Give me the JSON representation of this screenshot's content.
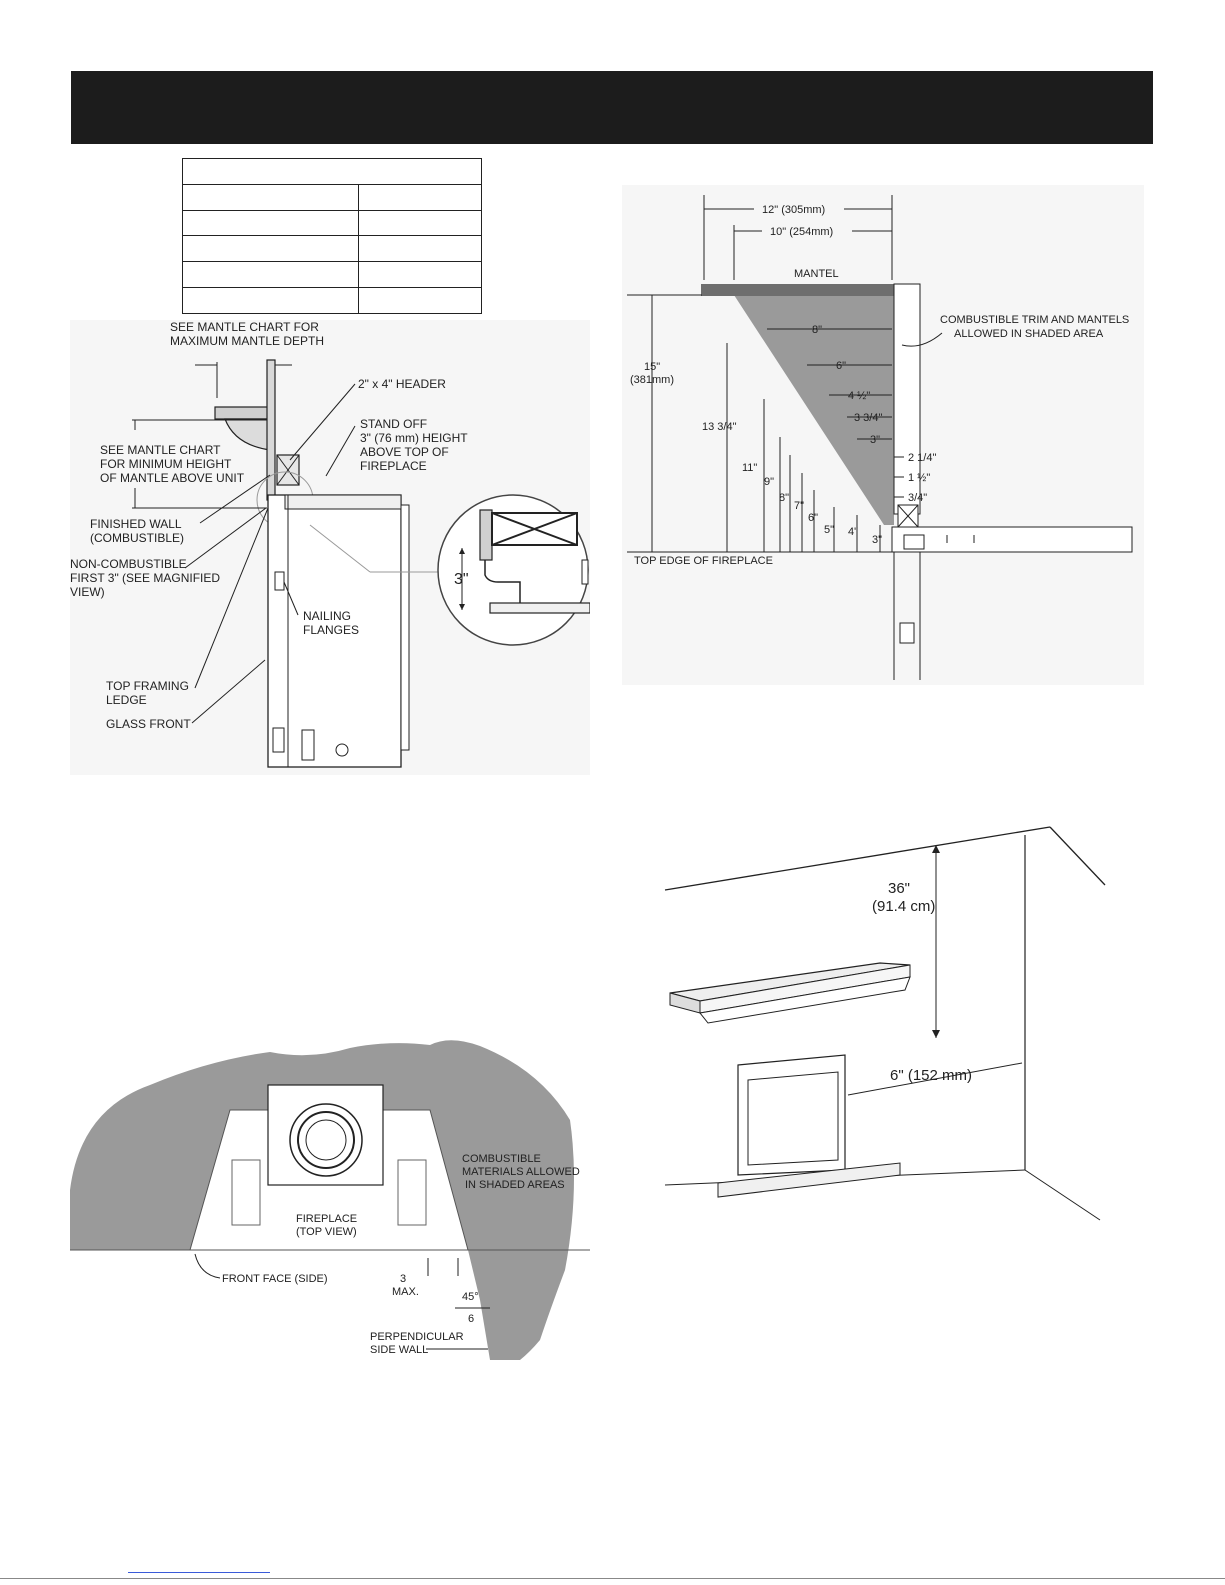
{
  "table": {
    "rows": 6,
    "columns": 2
  },
  "side_section": {
    "see_chart_depth_1": "SEE MANTLE CHART FOR",
    "see_chart_depth_2": "MAXIMUM MANTLE DEPTH",
    "header": "2\" x 4\" HEADER",
    "standoff_1": "STAND OFF",
    "standoff_2": "3\" (76 mm) HEIGHT",
    "standoff_3": "ABOVE TOP OF",
    "standoff_4": "FIREPLACE",
    "see_chart_height_1": "SEE MANTLE CHART",
    "see_chart_height_2": "FOR MINIMUM HEIGHT",
    "see_chart_height_3": "OF MANTLE ABOVE UNIT",
    "finished_wall_1": "FINISHED WALL",
    "finished_wall_2": "(COMBUSTIBLE)",
    "noncomb_1": "NON-COMBUSTIBLE",
    "noncomb_2": "FIRST 3\" (SEE MAGNIFIED",
    "noncomb_3": "VIEW)",
    "nailing_1": "NAILING",
    "nailing_2": "FLANGES",
    "top_framing_1": "TOP FRAMING",
    "top_framing_2": "LEDGE",
    "glass_front": "GLASS FRONT",
    "magnified_dim": "3\""
  },
  "mantel_chart": {
    "dim_12": "12\" (305mm)",
    "dim_10": "10\" (254mm)",
    "mantel": "MANTEL",
    "allowed_1": "COMBUSTIBLE TRIM AND MANTELS",
    "allowed_2": "ALLOWED IN SHADED AREA",
    "h15_1": "15\"",
    "h15_2": "(381mm)",
    "h13": "13 3/4\"",
    "h11": "11\"",
    "h9": "9\"",
    "h8": "8\"",
    "h7": "7\"",
    "h6": "6\"",
    "h5": "5\"",
    "h4": "4\"",
    "h3": "3\"",
    "d8": "8\"",
    "d6": "6\"",
    "d4h": "4 ½\"",
    "d3q": "3 3/4\"",
    "d3": "3\"",
    "d2q": "2 1/4\"",
    "d1h": "1 ½\"",
    "d34": "3/4\"",
    "top_edge": "TOP EDGE OF FIREPLACE"
  },
  "top_view": {
    "combustible_1": "COMBUSTIBLE",
    "combustible_2": "MATERIALS ALLOWED",
    "combustible_3": "IN SHADED AREAS",
    "fireplace_1": "FIREPLACE",
    "fireplace_2": "(TOP VIEW)",
    "front_face": "FRONT FACE (SIDE)",
    "max_1": "3",
    "max_2": "MAX.",
    "angle": "45°",
    "six": "6",
    "side_wall_1": "PERPENDICULAR",
    "side_wall_2": "SIDE WALL"
  },
  "room_view": {
    "ceiling_dim_1": "36\"",
    "ceiling_dim_2": "(91.4 cm)",
    "side_dim": "6\" (152 mm)"
  },
  "colors": {
    "banner": "#1c1c1c",
    "shade": "#9a9a9a",
    "mantel_gray": "#6e6e6e"
  }
}
